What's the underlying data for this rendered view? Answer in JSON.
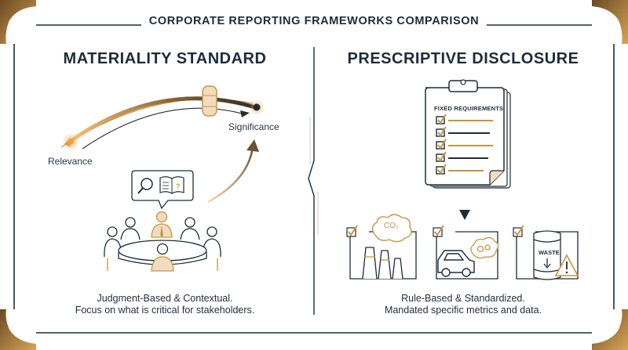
{
  "title": "CORPORATE REPORTING FRAMEWORKS COMPARISON",
  "left_panel": {
    "heading": "MATERIALITY STANDARD",
    "scale_left_label": "Relevance",
    "scale_right_label": "Significance",
    "caption_line1": "Judgment-Based & Contextual.",
    "caption_line2": "Focus on what is critical for stakeholders."
  },
  "right_panel": {
    "heading": "PRESCRIPTIVE DISCLOSURE",
    "clipboard_heading": "FIXED REQUIREMENTS",
    "co2_label": "CO₂",
    "waste_label": "WASTE",
    "caption_line1": "Rule-Based & Standardized.",
    "caption_line2": "Mandated specific metrics and data."
  },
  "colors": {
    "navy": "#1e2c3a",
    "gold": "#c9953f",
    "orange": "#f2a23a",
    "brown": "#7a5a33",
    "light_gold": "#f1dcc0"
  },
  "icons": [
    "magnifier-icon",
    "book-icon",
    "clipboard-icon",
    "factory-icon",
    "car-icon",
    "barrel-icon",
    "warning-icon",
    "arrow-down-icon"
  ]
}
